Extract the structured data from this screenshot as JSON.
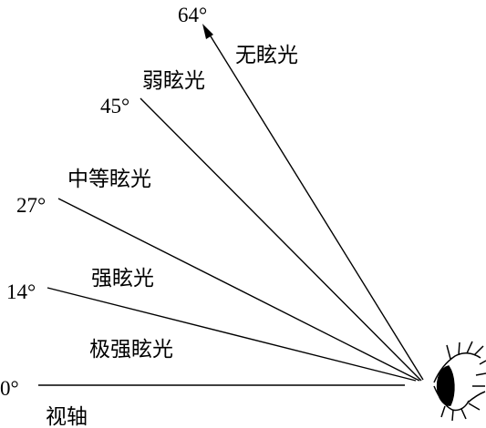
{
  "angles": {
    "a0": "0°",
    "a14": "14°",
    "a27": "27°",
    "a45": "45°",
    "a64": "64°"
  },
  "zones": {
    "none": "无眩光",
    "weak": "弱眩光",
    "medium": "中等眩光",
    "strong": "强眩光",
    "very_strong": "极强眩光"
  },
  "axis_label": "视轴",
  "icons": {
    "eye": "eye-icon",
    "arrow": "arrow-head-icon"
  }
}
